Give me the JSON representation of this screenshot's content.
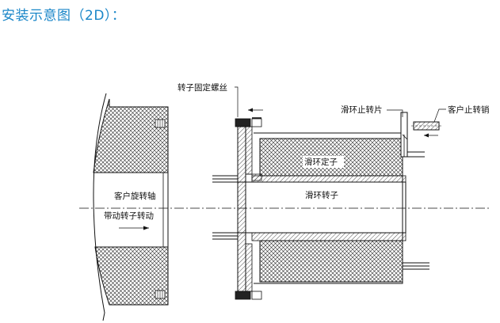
{
  "title": "安装示意图（2D）：",
  "labels": {
    "rotor_fixing_screw": "转子固定螺丝",
    "stop_plate": "滑环止转片",
    "customer_stop_pin": "客户止转销",
    "stator": "滑环定子",
    "rotor": "滑环转子",
    "customer_shaft": "客户旋转轴",
    "drives_rotor": "带动转子转动"
  },
  "colors": {
    "title": "#1a86c8",
    "line": "#111111",
    "hatch": "#222222"
  }
}
